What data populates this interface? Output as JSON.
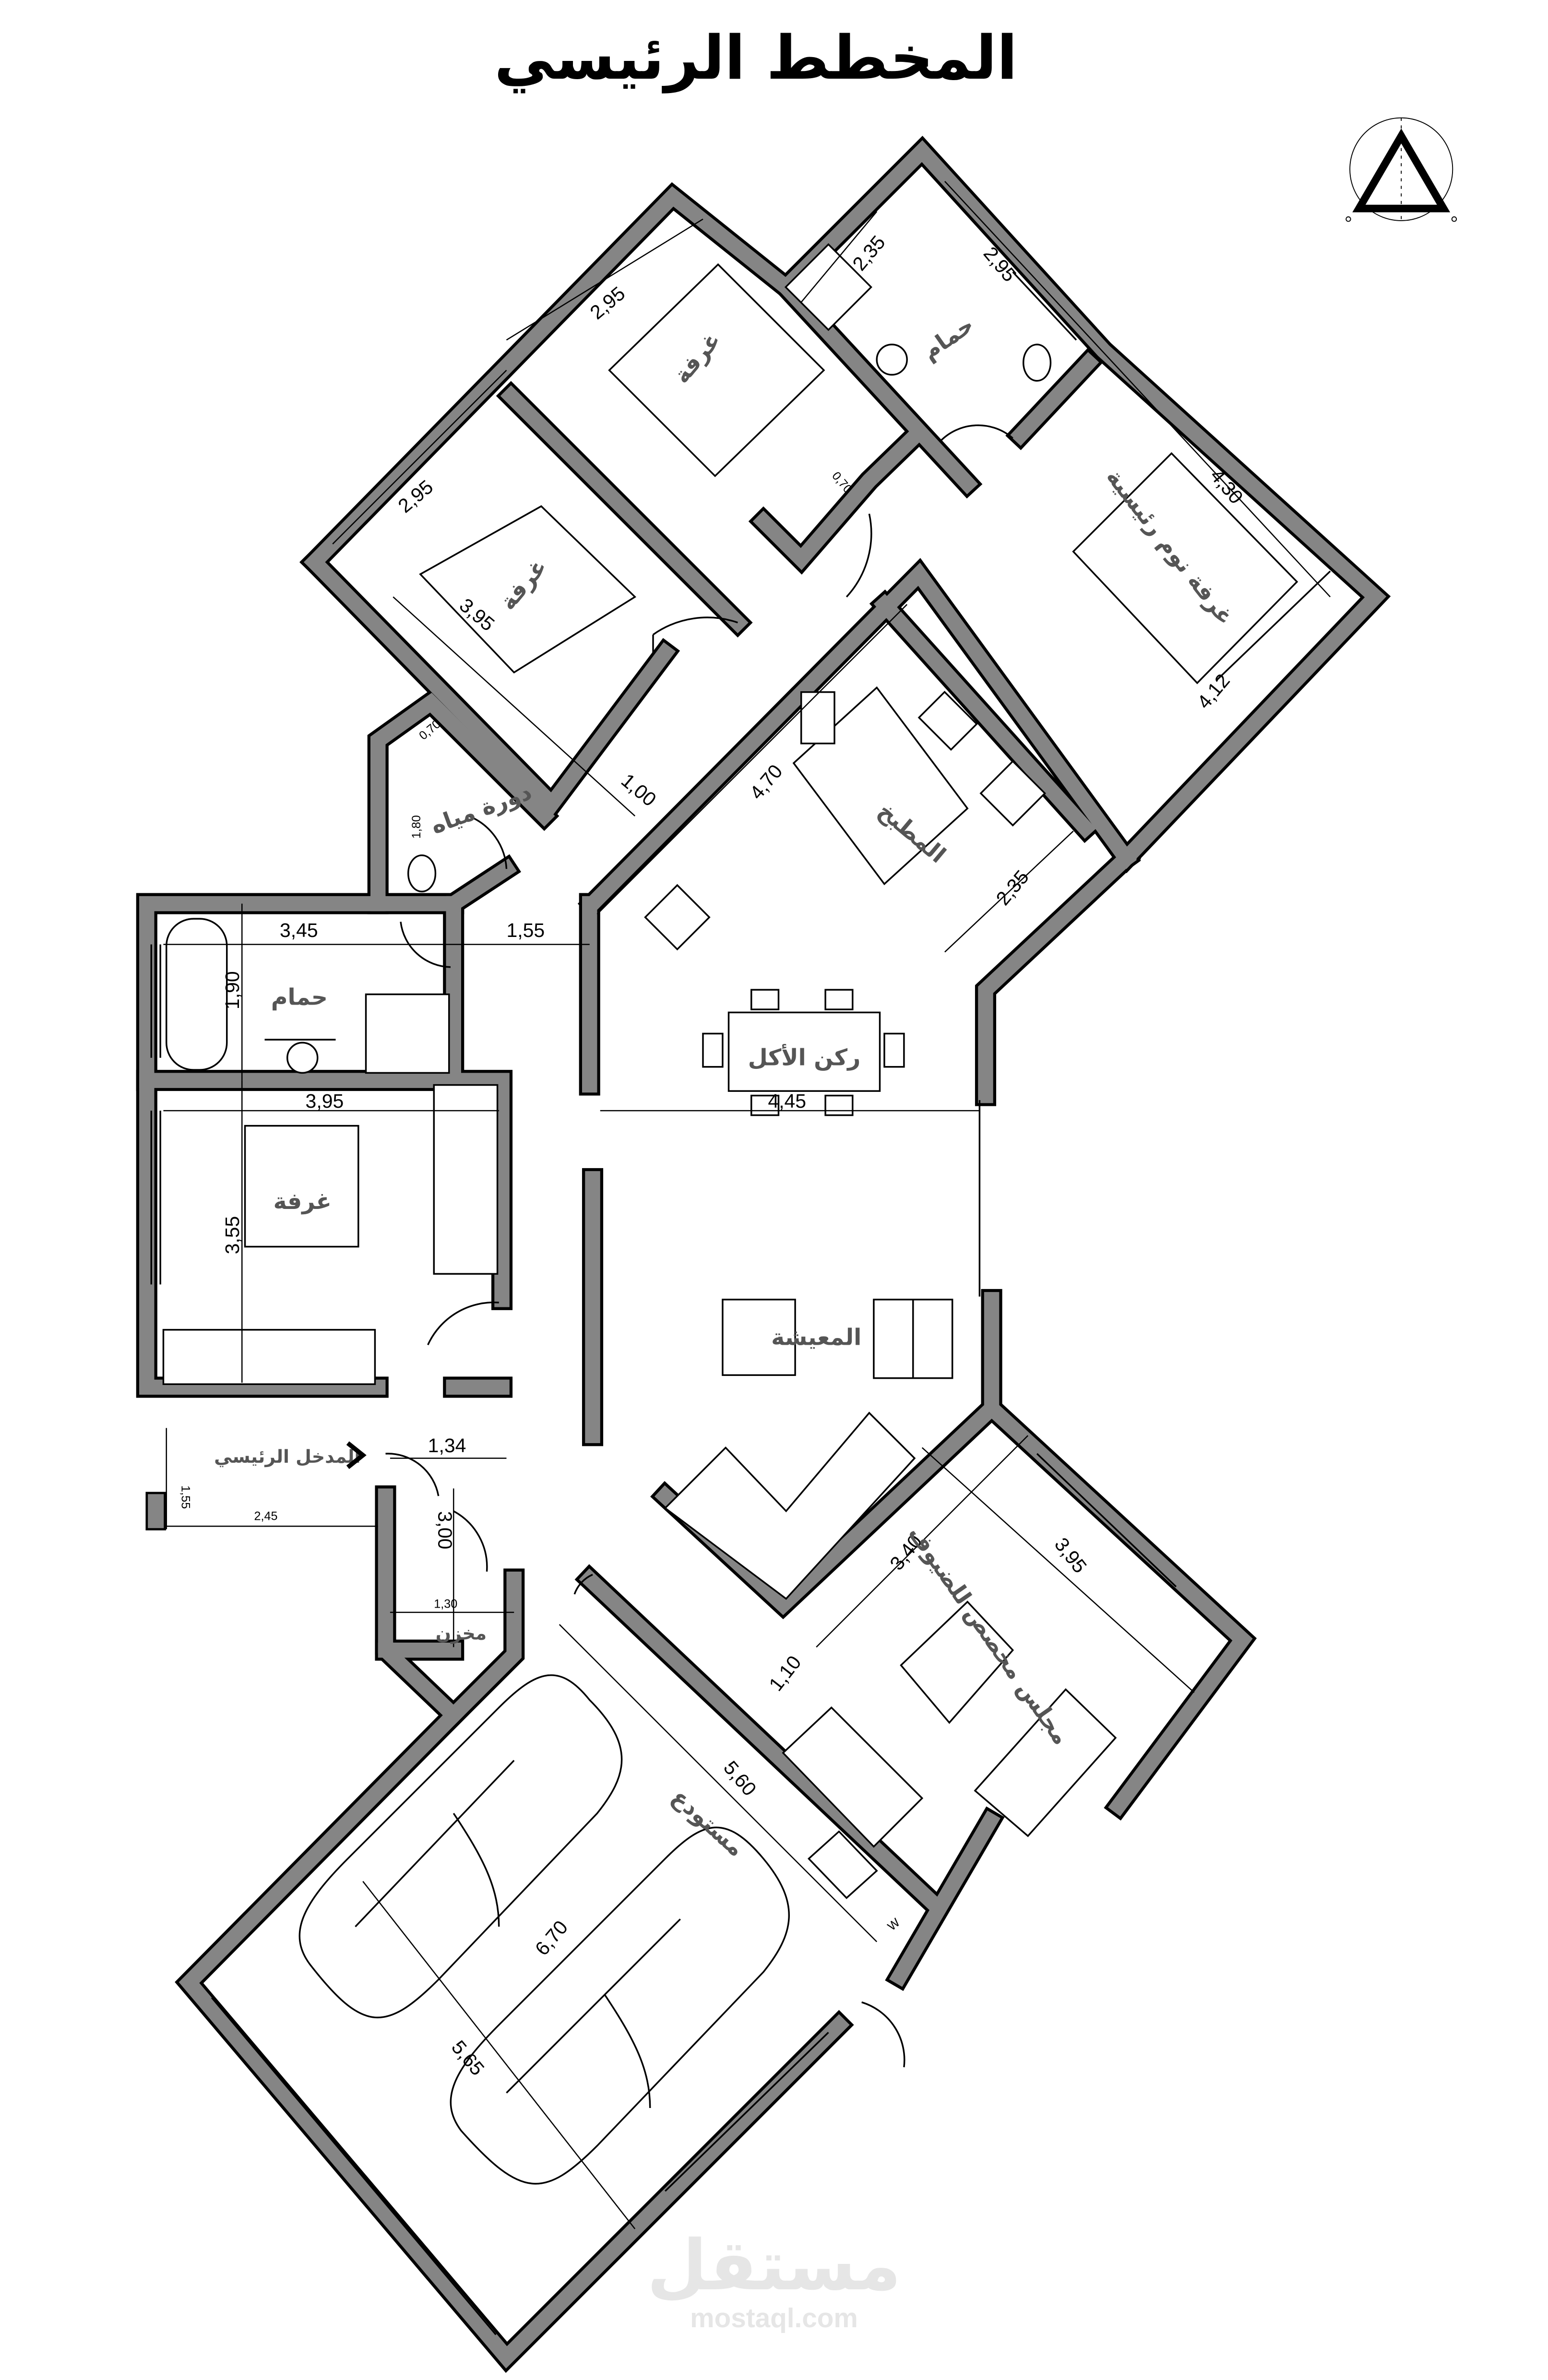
{
  "title": "المخطط الرئيسي",
  "rooms": {
    "room_top": "غرفة",
    "room_left": "غرفة",
    "room_west": "غرفة",
    "bath_top": "حمام",
    "bath_west": "حمام",
    "master_bedroom": "غرفة نوم رئيسية",
    "wc": "دورة مياه",
    "kitchen": "المطبخ",
    "dining": "ركن الأكل",
    "living": "المعيشة",
    "entrance": "المدخل الرئيسي",
    "storage": "مخزن",
    "guest_majlis": "مجلس مخصص للضيوف",
    "garage": "مستودع",
    "washer": "W"
  },
  "dimensions": {
    "room_top_w": "2,95",
    "bath_top_a": "2,35",
    "bath_top_b": "2,95",
    "master_a": "4,30",
    "master_b": "4,12",
    "room_left_w": "2,95",
    "room_left_d": "3,95",
    "corridor_w": "1,00",
    "door_top": "0,70",
    "kitchen_a": "4,70",
    "kitchen_b": "2,35",
    "wc_door": "0,70",
    "wc_len": "1,80",
    "bath_west_w": "3,45",
    "hall_w": "1,55",
    "bath_west_d": "1,90",
    "room_west_w": "3,95",
    "room_west_d": "3,55",
    "dining_w": "4,45",
    "entry_w": "1,34",
    "entry_d": "1,55",
    "entry_len": "2,45",
    "storage_d": "3,00",
    "storage_w": "1,30",
    "majlis_a": "3,40",
    "majlis_b": "3,95",
    "majlis_passage": "1,10",
    "garage_a": "5,60",
    "garage_car": "6,70",
    "garage_b": "5,65"
  },
  "watermark": {
    "arabic": "مستقل",
    "latin": "mostaql.com"
  },
  "logo": "triangle-compass-logo",
  "colors": {
    "wall_fill": "#858585",
    "line": "#000000",
    "label": "#555555",
    "watermark": "#e6e6e6"
  }
}
